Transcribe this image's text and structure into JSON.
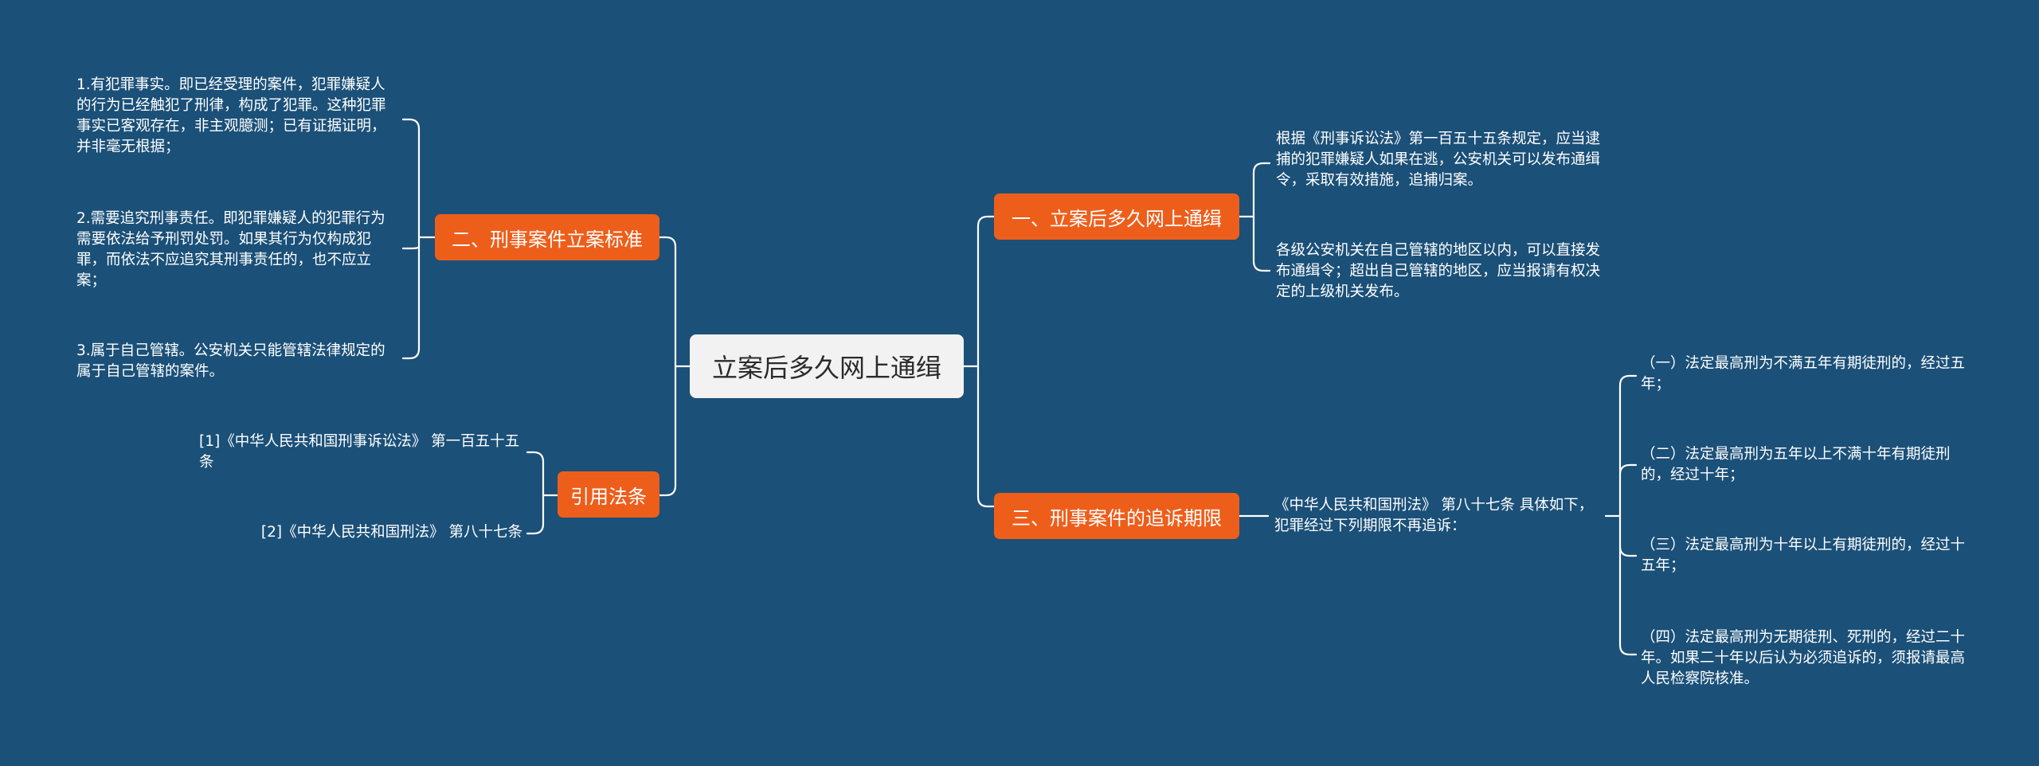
{
  "root": {
    "label": "立案后多久网上通缉"
  },
  "branches": {
    "b1": {
      "label": "一、立案后多久网上通缉",
      "items": [
        "根据《刑事诉讼法》第一百五十五条规定，应当逮捕的犯罪嫌疑人如果在逃，公安机关可以发布通缉令，采取有效措施，追捕归案。",
        "各级公安机关在自己管辖的地区以内，可以直接发布通缉令；超出自己管辖的地区，应当报请有权决定的上级机关发布。"
      ]
    },
    "b2": {
      "label": "二、刑事案件立案标准",
      "items": [
        "1.有犯罪事实。即已经受理的案件，犯罪嫌疑人的行为已经触犯了刑律，构成了犯罪。这种犯罪事实已客观存在，非主观臆测；已有证据证明，并非毫无根据；",
        "2.需要追究刑事责任。即犯罪嫌疑人的犯罪行为需要依法给予刑罚处罚。如果其行为仅构成犯罪，而依法不应追究其刑事责任的，也不应立案；",
        "3.属于自己管辖。公安机关只能管辖法律规定的属于自己管辖的案件。"
      ]
    },
    "b3": {
      "label": "三、刑事案件的追诉期限",
      "intro": "《中华人民共和国刑法》 第八十七条 具体如下，犯罪经过下列期限不再追诉：",
      "items": [
        "（一）法定最高刑为不满五年有期徒刑的，经过五年；",
        "（二）法定最高刑为五年以上不满十年有期徒刑的，经过十年；",
        "（三）法定最高刑为十年以上有期徒刑的，经过十五年；",
        "（四）法定最高刑为无期徒刑、死刑的，经过二十年。如果二十年以后认为必须追诉的，须报请最高人民检察院核准。"
      ]
    },
    "b4": {
      "label": "引用法条",
      "items": [
        "[1]《中华人民共和国刑事诉讼法》 第一百五十五条",
        "[2]《中华人民共和国刑法》 第八十七条"
      ]
    }
  }
}
